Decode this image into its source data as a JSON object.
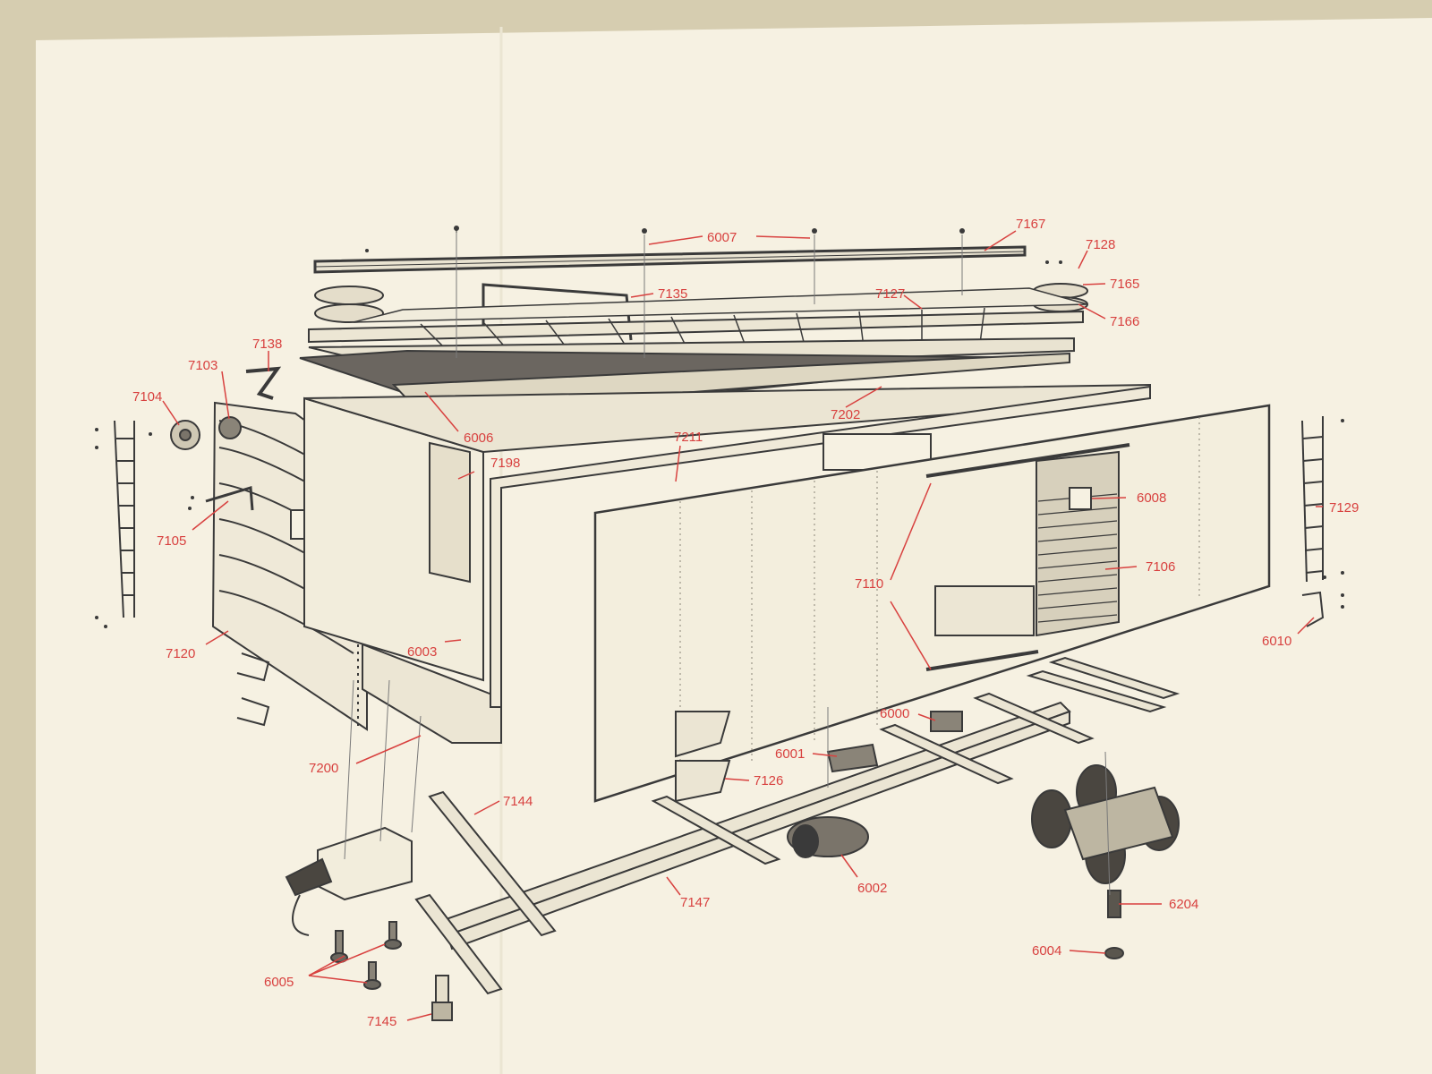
{
  "colors": {
    "paper": "#f6f1e2",
    "ink": "#3a3a3a",
    "label": "#d8413f"
  },
  "callouts": [
    {
      "id": "6007",
      "text": "6007"
    },
    {
      "id": "7167",
      "text": "7167"
    },
    {
      "id": "7128",
      "text": "7128"
    },
    {
      "id": "7165",
      "text": "7165"
    },
    {
      "id": "7166",
      "text": "7166"
    },
    {
      "id": "7135",
      "text": "7135"
    },
    {
      "id": "7127",
      "text": "7127"
    },
    {
      "id": "7138",
      "text": "7138"
    },
    {
      "id": "7103",
      "text": "7103"
    },
    {
      "id": "7104",
      "text": "7104"
    },
    {
      "id": "6006",
      "text": "6006"
    },
    {
      "id": "7202",
      "text": "7202"
    },
    {
      "id": "7211",
      "text": "7211"
    },
    {
      "id": "7198",
      "text": "7198"
    },
    {
      "id": "7105",
      "text": "7105"
    },
    {
      "id": "6008",
      "text": "6008"
    },
    {
      "id": "7129",
      "text": "7129"
    },
    {
      "id": "7106",
      "text": "7106"
    },
    {
      "id": "7110",
      "text": "7110"
    },
    {
      "id": "6010",
      "text": "6010"
    },
    {
      "id": "7120",
      "text": "7120"
    },
    {
      "id": "6003",
      "text": "6003"
    },
    {
      "id": "6000",
      "text": "6000"
    },
    {
      "id": "6001",
      "text": "6001"
    },
    {
      "id": "7200",
      "text": "7200"
    },
    {
      "id": "7126",
      "text": "7126"
    },
    {
      "id": "7144",
      "text": "7144"
    },
    {
      "id": "6002",
      "text": "6002"
    },
    {
      "id": "7147",
      "text": "7147"
    },
    {
      "id": "6204",
      "text": "6204"
    },
    {
      "id": "6004",
      "text": "6004"
    },
    {
      "id": "6005",
      "text": "6005"
    },
    {
      "id": "7145",
      "text": "7145"
    }
  ]
}
